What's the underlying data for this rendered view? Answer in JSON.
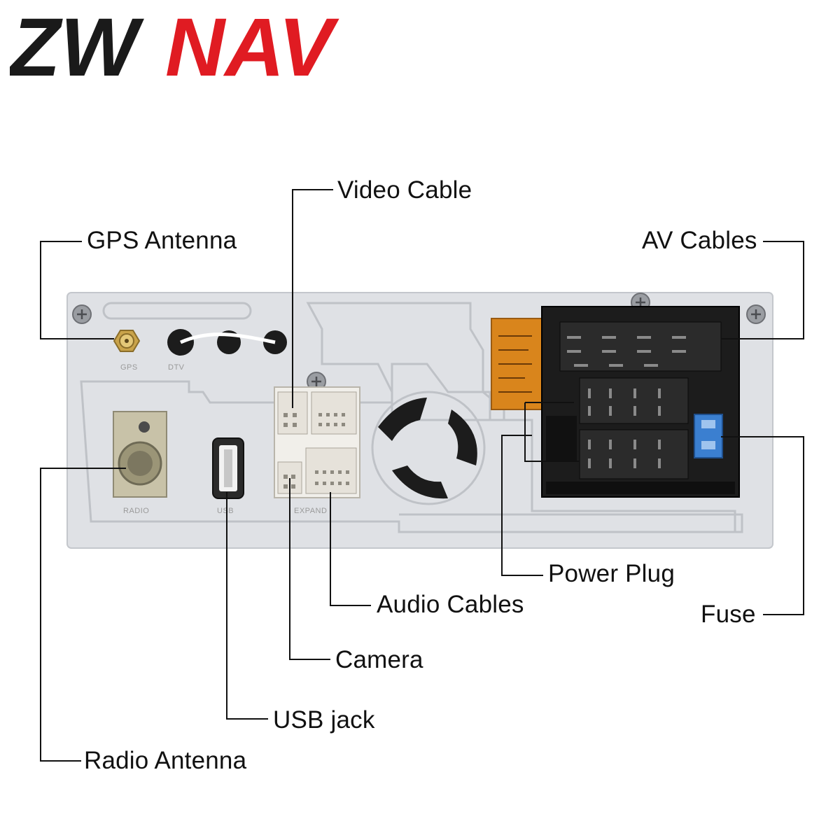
{
  "logo": {
    "text_dark": "ZW",
    "text_red": "NAV",
    "colors": {
      "dark": "#1a1a1a",
      "red": "#e01b22"
    }
  },
  "panel_markings": {
    "gps": "GPS",
    "dtv": "DTV",
    "radio": "RADIO",
    "usb": "USB",
    "expand": "EXPAND"
  },
  "callouts": {
    "gps_antenna": "GPS Antenna",
    "video_cable": "Video Cable",
    "av_cables": "AV Cables",
    "power_plug": "Power Plug",
    "audio_cables": "Audio Cables",
    "fuse": "Fuse",
    "camera": "Camera",
    "usb_jack": "USB jack",
    "radio_antenna": "Radio Antenna"
  },
  "colors": {
    "panel": "#dfe1e5",
    "panel_edge": "#c4c7cc",
    "connector_black": "#1c1c1c",
    "connector_white": "#f1efea",
    "pcb_orange": "#d9851c",
    "fuse_blue": "#3b7fd0",
    "gold": "#c9a34a",
    "leader_line": "#111111"
  }
}
